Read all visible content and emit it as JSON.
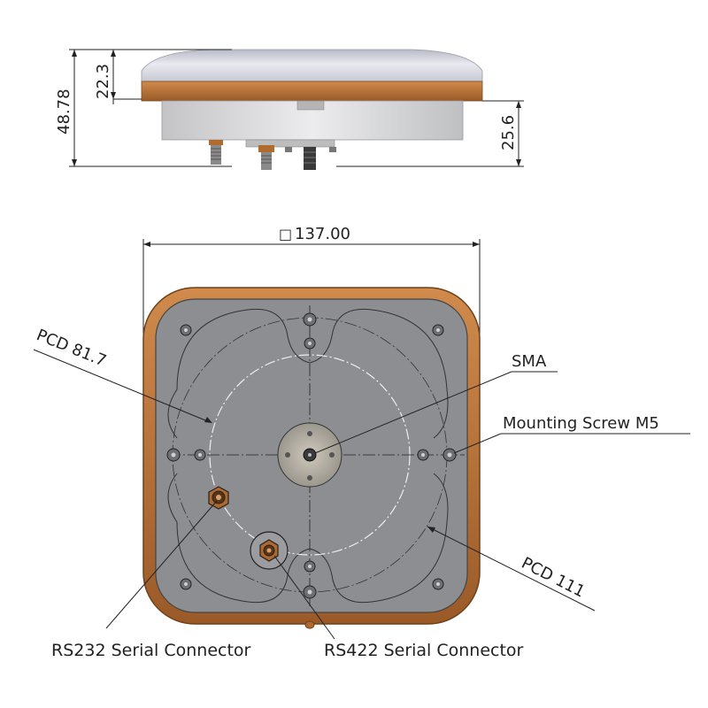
{
  "side_view": {
    "dim_total_height": "48.78",
    "dim_radome_height": "22.3",
    "dim_base_height": "25.6"
  },
  "bottom_view": {
    "dim_width": "137.00",
    "dim_width_symbol": "□"
  },
  "callouts": {
    "pcd_inner": "PCD 81.7",
    "pcd_outer": "PCD 111",
    "sma": "SMA",
    "mounting_screw": "Mounting Screw M5",
    "rs232": "RS232 Serial Connector",
    "rs422": "RS422 Serial Connector"
  },
  "colors": {
    "radome": "#c9ccd6",
    "bronze_ring": "#b8743c",
    "base_plate": "#8d8e92",
    "housing": "#dcdcdc"
  }
}
